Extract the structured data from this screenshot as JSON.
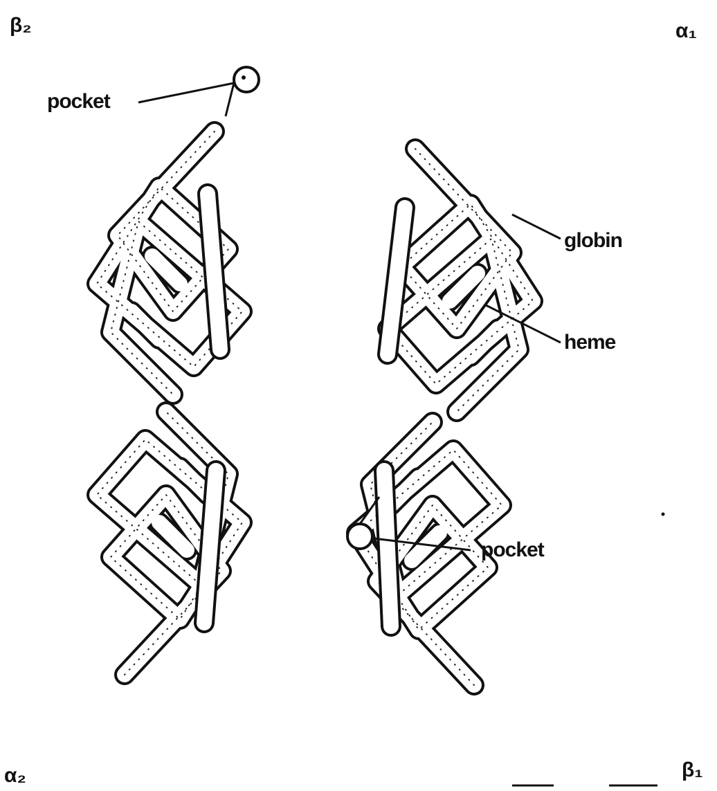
{
  "subunits": {
    "top_left": {
      "label": "β₂"
    },
    "top_right": {
      "label": "α₁"
    },
    "bottom_left": {
      "label": "α₂"
    },
    "bottom_right": {
      "label": "β₁"
    }
  },
  "callouts": {
    "top_left_site": "pocket",
    "globin": "globin",
    "heme": "heme",
    "bottom_site": "pocket"
  }
}
